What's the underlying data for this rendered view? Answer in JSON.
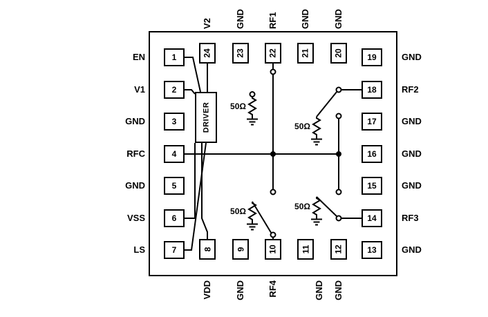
{
  "diagram": {
    "driver_label": "DRIVER",
    "terminations": [
      "50Ω",
      "50Ω",
      "50Ω",
      "50Ω"
    ],
    "colors": {
      "line": "#000000",
      "background": "#ffffff"
    }
  },
  "pins": {
    "left": [
      {
        "num": "1",
        "label": "EN"
      },
      {
        "num": "2",
        "label": "V1"
      },
      {
        "num": "3",
        "label": "GND"
      },
      {
        "num": "4",
        "label": "RFC"
      },
      {
        "num": "5",
        "label": "GND"
      },
      {
        "num": "6",
        "label": "VSS"
      },
      {
        "num": "7",
        "label": "LS"
      }
    ],
    "top": [
      {
        "num": "24",
        "label": "V2"
      },
      {
        "num": "23",
        "label": "GND"
      },
      {
        "num": "22",
        "label": "RF1"
      },
      {
        "num": "21",
        "label": "GND"
      },
      {
        "num": "20",
        "label": "GND"
      }
    ],
    "right": [
      {
        "num": "19",
        "label": "GND"
      },
      {
        "num": "18",
        "label": "RF2"
      },
      {
        "num": "17",
        "label": "GND"
      },
      {
        "num": "16",
        "label": "GND"
      },
      {
        "num": "15",
        "label": "GND"
      },
      {
        "num": "14",
        "label": "RF3"
      },
      {
        "num": "13",
        "label": "GND"
      }
    ],
    "bottom": [
      {
        "num": "8",
        "label": "VDD"
      },
      {
        "num": "9",
        "label": "GND"
      },
      {
        "num": "10",
        "label": "RF4"
      },
      {
        "num": "11",
        "label": "GND"
      },
      {
        "num": "12",
        "label": "GND"
      }
    ]
  }
}
